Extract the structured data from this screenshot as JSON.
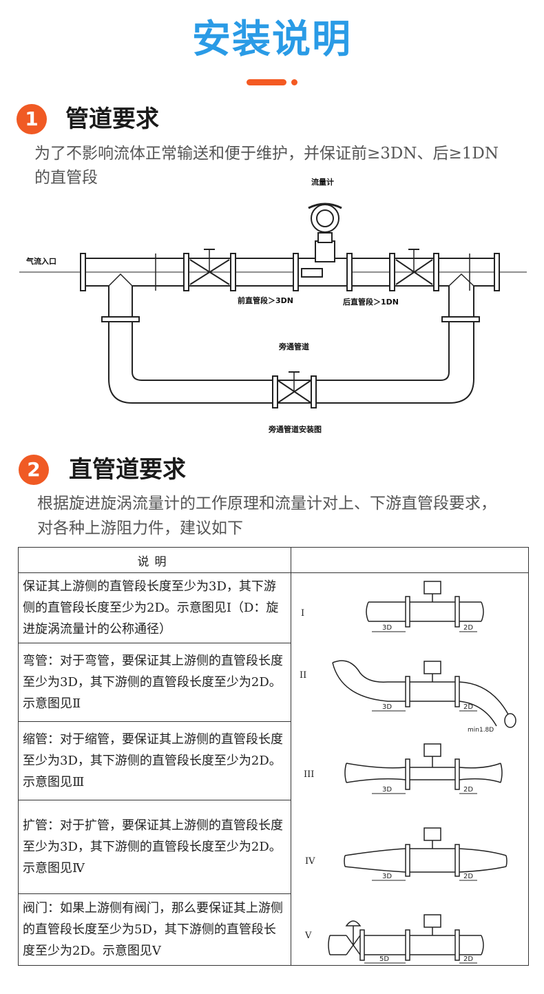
{
  "page": {
    "title": "安装说明"
  },
  "section1": {
    "number": "1",
    "title": "管道要求",
    "desc_line1": "为了不影响流体正常输送和便于维护，并保证前≥3DN、后≥1DN",
    "desc_line2": "的直管段",
    "diagram": {
      "meter_label": "流量计",
      "inlet_label": "气流入口",
      "front_label": "前直管段＞3DN",
      "back_label": "后直管段＞1DN",
      "bypass_label": "旁通管道",
      "caption": "旁通管道安装图"
    }
  },
  "section2": {
    "number": "2",
    "title": "直管道要求",
    "desc_line1": "根据旋进旋涡流量计的工作原理和流量计对上、下游直管段要求，",
    "desc_line2": "对各种上游阻力件，建议如下"
  },
  "table": {
    "header_left": "说明",
    "header_right": "",
    "rows": [
      {
        "text": "保证其上游侧的直管段长度至少为3D，其下游侧的直管段长度至少为2D。示意图见Ⅰ（D：旋进旋涡流量计的公称通径）",
        "roman": "I",
        "up": "3D",
        "down": "2D"
      },
      {
        "text": "弯管：对于弯管，要保证其上游侧的直管段长度至少为3D，其下游侧的直管段长度至少为2D。示意图见Ⅱ",
        "roman": "II",
        "up": "3D",
        "down": "2D",
        "extra": "min1.8D"
      },
      {
        "text": "缩管：对于缩管，要保证其上游侧的直管段长度至少为3D，其下游侧的直管段长度至少为2D。示意图见Ⅲ",
        "roman": "III",
        "up": "3D",
        "down": "2D"
      },
      {
        "text": "扩管：对于扩管，要保证其上游侧的直管段长度至少为3D，其下游侧的直管段长度至少为2D。示意图见Ⅳ",
        "roman": "IV",
        "up": "3D",
        "down": "2D"
      },
      {
        "text": "阀门：如果上游侧有阀门，那么要保证其上游侧的直管段长度至少为5D，其下游侧的直管段长度至少为2D。示意图见Ⅴ",
        "roman": "V",
        "up": "5D",
        "down": "2D"
      }
    ]
  },
  "colors": {
    "title_blue": "#2a9be6",
    "accent_orange": "#f05a24"
  }
}
